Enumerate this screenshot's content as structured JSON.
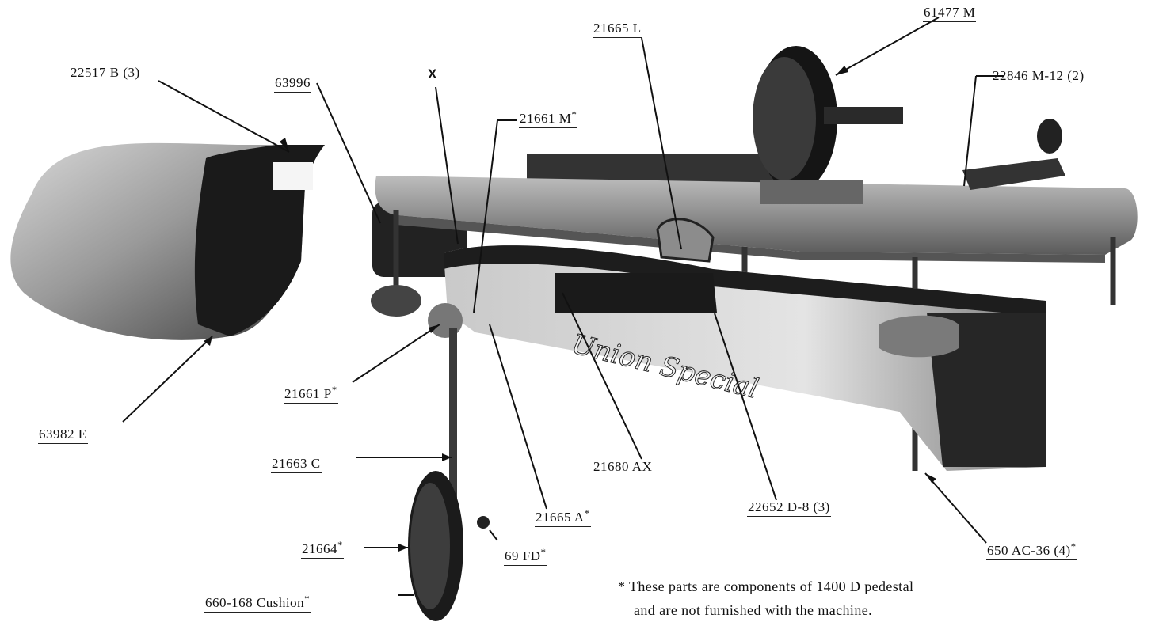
{
  "labels": {
    "l_61477M": {
      "text": "61477 M"
    },
    "l_21665L": {
      "text": "21665 L"
    },
    "l_22517B": {
      "text": "22517 B (3)"
    },
    "l_63996": {
      "text": "63996"
    },
    "l_x": {
      "text": "X"
    },
    "l_21661M": {
      "text": "21661 M",
      "star": "*"
    },
    "l_22846M": {
      "text": "22846 M-12 (2)"
    },
    "l_21661P": {
      "text": "21661 P",
      "star": "*"
    },
    "l_63982E": {
      "text": "63982 E"
    },
    "l_21663C": {
      "text": "21663 C"
    },
    "l_21680AX": {
      "text": "21680 AX"
    },
    "l_22652D": {
      "text": "22652 D-8 (3)"
    },
    "l_21665A": {
      "text": "21665 A",
      "star": "*"
    },
    "l_650AC": {
      "text": "650 AC-36 (4)",
      "star": "*"
    },
    "l_21664": {
      "text": "21664",
      "star": "*"
    },
    "l_69FD": {
      "text": "69 FD",
      "star": "*"
    },
    "l_660": {
      "text": "660-168 Cushion",
      "star": "*"
    }
  },
  "footnote": {
    "line1": "* These parts are components of 1400 D pedestal",
    "line2": "and are not furnished with the machine."
  },
  "brand": "Union Special"
}
